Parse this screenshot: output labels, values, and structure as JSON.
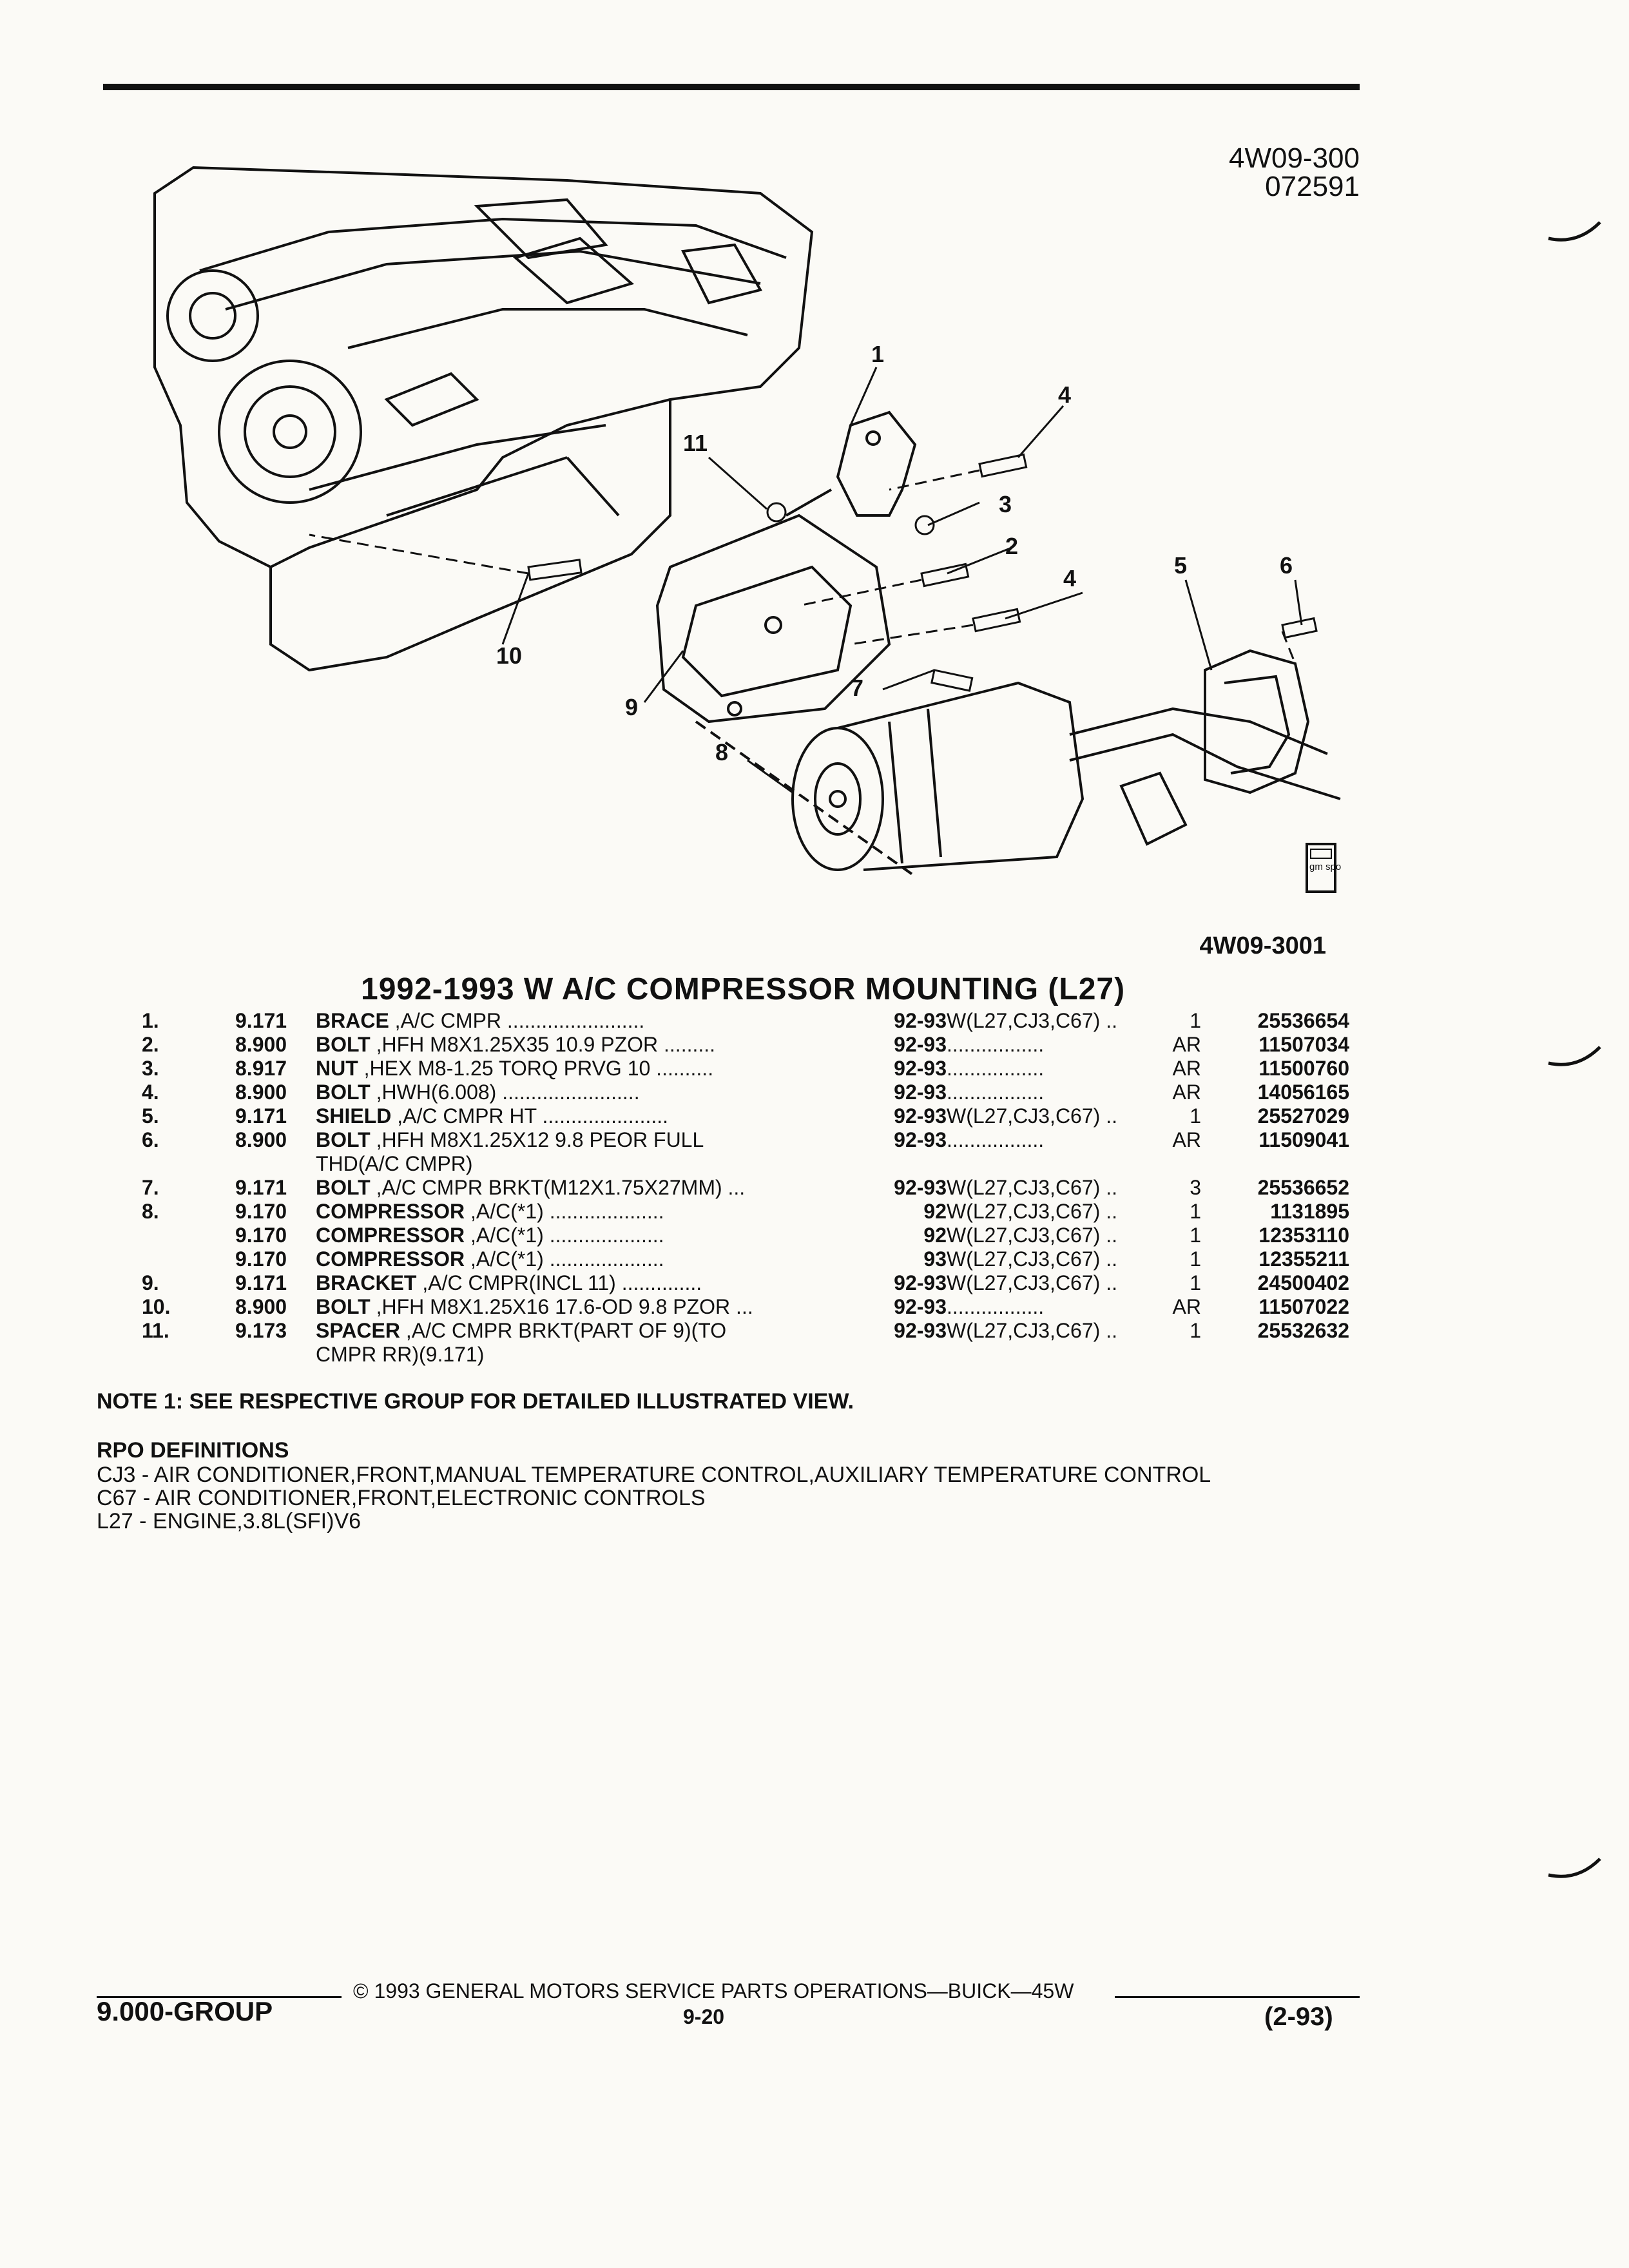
{
  "header": {
    "figure_code": "4W09-300",
    "figure_date": "072591",
    "figure_ref": "4W09-3001"
  },
  "illustration": {
    "callouts": [
      "1",
      "2",
      "3",
      "4",
      "4",
      "5",
      "6",
      "7",
      "8",
      "9",
      "10",
      "11"
    ],
    "logo_text": "gm spo"
  },
  "title": "1992-1993 W A/C COMPRESSOR MOUNTING (L27)",
  "parts": [
    {
      "item": "1.",
      "group": "9.171",
      "name": "BRACE",
      "desc": " ,A/C CMPR ........................",
      "desc2": "",
      "years": "92-93",
      "usage": "W(L27,CJ3,C67) ..",
      "qty": "1",
      "part": "25536654"
    },
    {
      "item": "2.",
      "group": "8.900",
      "name": "BOLT",
      "desc": " ,HFH M8X1.25X35 10.9 PZOR .........",
      "desc2": "",
      "years": "92-93",
      "usage": ".................",
      "qty": "AR",
      "part": "11507034"
    },
    {
      "item": "3.",
      "group": "8.917",
      "name": "NUT",
      "desc": " ,HEX M8-1.25 TORQ PRVG 10 ..........",
      "desc2": "",
      "years": "92-93",
      "usage": ".................",
      "qty": "AR",
      "part": "11500760"
    },
    {
      "item": "4.",
      "group": "8.900",
      "name": "BOLT",
      "desc": " ,HWH(6.008) ........................",
      "desc2": "",
      "years": "92-93",
      "usage": ".................",
      "qty": "AR",
      "part": "14056165"
    },
    {
      "item": "5.",
      "group": "9.171",
      "name": "SHIELD",
      "desc": " ,A/C CMPR HT ......................",
      "desc2": "",
      "years": "92-93",
      "usage": "W(L27,CJ3,C67) ..",
      "qty": "1",
      "part": "25527029"
    },
    {
      "item": "6.",
      "group": "8.900",
      "name": "BOLT",
      "desc": " ,HFH M8X1.25X12 9.8 PEOR FULL",
      "desc2": "THD(A/C CMPR)",
      "years": "92-93",
      "usage": ".................",
      "qty": "AR",
      "part": "11509041"
    },
    {
      "item": "7.",
      "group": "9.171",
      "name": "BOLT",
      "desc": " ,A/C CMPR BRKT(M12X1.75X27MM) ...",
      "desc2": "",
      "years": "92-93",
      "usage": "W(L27,CJ3,C67) ..",
      "qty": "3",
      "part": "25536652"
    },
    {
      "item": "8.",
      "group": "9.170",
      "name": "COMPRESSOR",
      "desc": " ,A/C(*1) ....................",
      "desc2": "",
      "years": "92",
      "usage": "W(L27,CJ3,C67) ..",
      "qty": "1",
      "part": "1131895"
    },
    {
      "item": "",
      "group": "9.170",
      "name": "COMPRESSOR",
      "desc": " ,A/C(*1) ....................",
      "desc2": "",
      "years": "92",
      "usage": "W(L27,CJ3,C67) ..",
      "qty": "1",
      "part": "12353110"
    },
    {
      "item": "",
      "group": "9.170",
      "name": "COMPRESSOR",
      "desc": " ,A/C(*1) ....................",
      "desc2": "",
      "years": "93",
      "usage": "W(L27,CJ3,C67) ..",
      "qty": "1",
      "part": "12355211"
    },
    {
      "item": "9.",
      "group": "9.171",
      "name": "BRACKET",
      "desc": " ,A/C CMPR(INCL 11) ..............",
      "desc2": "",
      "years": "92-93",
      "usage": "W(L27,CJ3,C67) ..",
      "qty": "1",
      "part": "24500402"
    },
    {
      "item": "10.",
      "group": "8.900",
      "name": "BOLT",
      "desc": " ,HFH M8X1.25X16 17.6-OD 9.8 PZOR ...",
      "desc2": "",
      "years": "92-93",
      "usage": ".................",
      "qty": "AR",
      "part": "11507022"
    },
    {
      "item": "11.",
      "group": "9.173",
      "name": "SPACER",
      "desc": " ,A/C CMPR BRKT(PART OF 9)(TO",
      "desc2": "CMPR RR)(9.171)",
      "years": "92-93",
      "usage": "W(L27,CJ3,C67) ..",
      "qty": "1",
      "part": "25532632"
    }
  ],
  "note": "NOTE 1: SEE RESPECTIVE GROUP FOR DETAILED ILLUSTRATED VIEW.",
  "rpo": {
    "heading": "RPO DEFINITIONS",
    "lines": [
      "CJ3 - AIR CONDITIONER,FRONT,MANUAL TEMPERATURE CONTROL,AUXILIARY TEMPERATURE CONTROL",
      "C67 - AIR CONDITIONER,FRONT,ELECTRONIC CONTROLS",
      "L27 - ENGINE,3.8L(SFI)V6"
    ]
  },
  "footer": {
    "group": "9.000-GROUP",
    "copyright": "© 1993 GENERAL MOTORS SERVICE PARTS OPERATIONS—BUICK—45W",
    "page": "9-20",
    "date": "(2-93)"
  }
}
